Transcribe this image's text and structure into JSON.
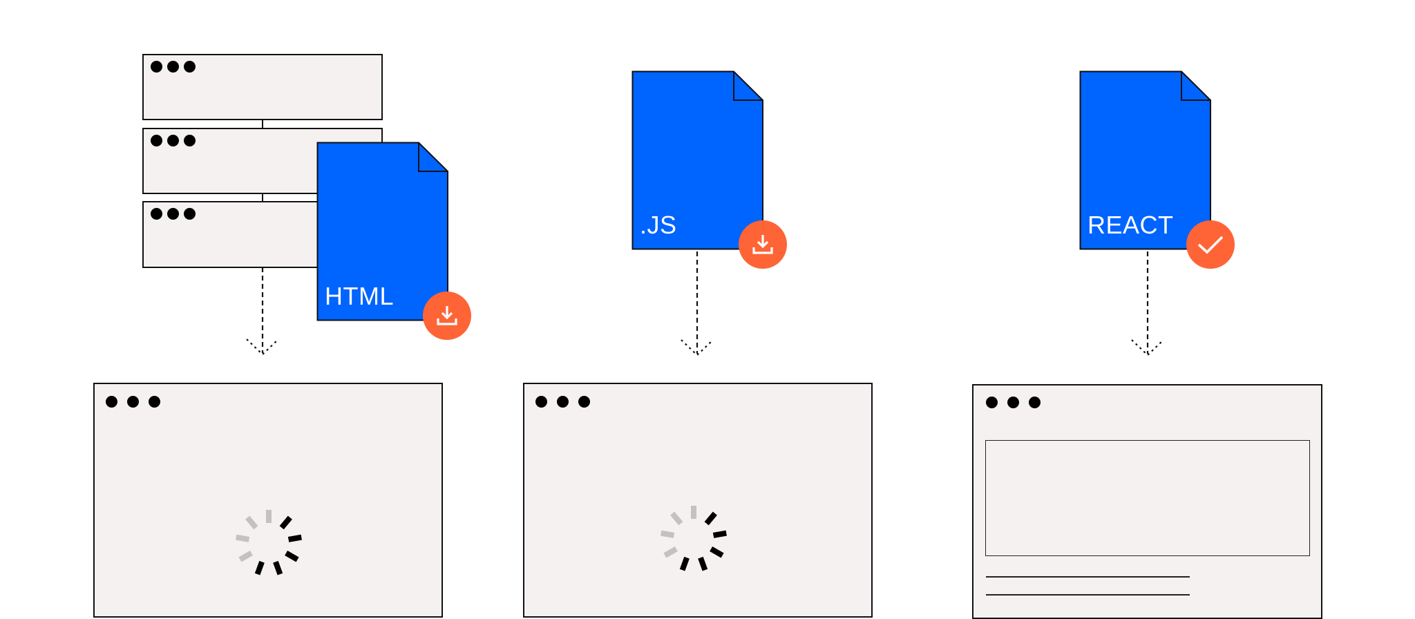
{
  "colors": {
    "background": "#FFFFFF",
    "panel_fill": "#F4F1F0",
    "outline": "#111111",
    "file_blue": "#0064FF",
    "badge_orange": "#FF6436",
    "spinner_active": "#000000",
    "spinner_inactive": "#C4C1C0"
  },
  "columns": [
    {
      "id": "html",
      "server_stack": {
        "rows": 3,
        "icon": "server-stack-icon"
      },
      "file": {
        "label": "HTML",
        "icon": "html-file-icon"
      },
      "badge": {
        "icon": "download-icon",
        "state": "downloading"
      },
      "browser": {
        "state": "loading",
        "icon": "loading-spinner-icon"
      }
    },
    {
      "id": "js",
      "file": {
        "label": ".JS",
        "icon": "js-file-icon"
      },
      "badge": {
        "icon": "download-icon",
        "state": "downloading"
      },
      "browser": {
        "state": "loading",
        "icon": "loading-spinner-icon"
      }
    },
    {
      "id": "react",
      "file": {
        "label": "REACT",
        "icon": "react-file-icon"
      },
      "badge": {
        "icon": "check-icon",
        "state": "done"
      },
      "browser": {
        "state": "rendered",
        "content": [
          "content-block",
          "text-line",
          "text-line"
        ]
      }
    }
  ]
}
